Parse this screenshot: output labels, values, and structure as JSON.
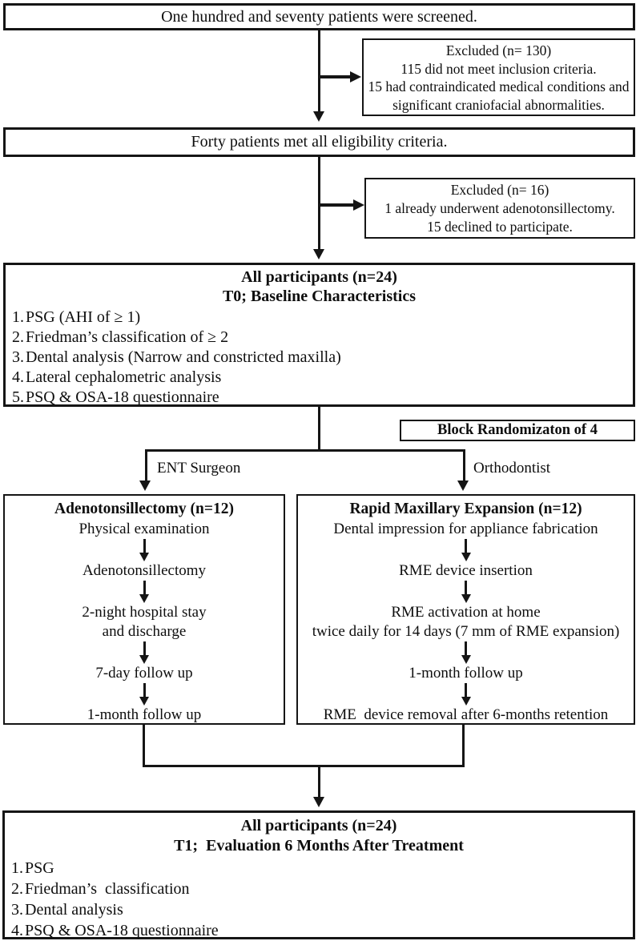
{
  "colors": {
    "line": "#151515",
    "background": "#ffffff",
    "text": "#0e0e0e"
  },
  "flow": {
    "screened": {
      "text": "One hundred and seventy patients were screened."
    },
    "excluded1": {
      "lines": [
        "Excluded (n= 130)",
        "115 did not meet inclusion criteria.",
        "15 had contraindicated medical conditions and",
        "significant craniofacial abnormalities."
      ]
    },
    "eligible": {
      "text": "Forty patients met all eligibility criteria."
    },
    "excluded2": {
      "lines": [
        "Excluded (n= 16)",
        "1 already underwent adenotonsillectomy.",
        "15 declined to participate."
      ]
    },
    "baseline": {
      "title": "All participants (n=24)",
      "subtitle": "T0; Baseline Characteristics",
      "items": [
        "PSG (AHI of ≥ 1)",
        "Friedman’s classification of ≥ 2",
        "Dental analysis (Narrow and constricted maxilla)",
        "Lateral cephalometric analysis",
        "PSQ & OSA-18 questionnaire"
      ]
    },
    "randomization": {
      "text": "Block Randomizaton of 4"
    },
    "branch_labels": {
      "left": "ENT Surgeon",
      "right": "Orthodontist"
    },
    "at_arm": {
      "title": "Adenotonsillectomy (n=12)",
      "steps": [
        "Physical examination",
        "Adenotonsillectomy",
        "2-night hospital stay\nand discharge",
        "7-day follow up",
        "1-month follow up"
      ]
    },
    "rme_arm": {
      "title": "Rapid Maxillary Expansion (n=12)",
      "steps": [
        "Dental impression for appliance fabrication",
        "RME device insertion",
        "RME activation at home\ntwice daily for 14 days (7 mm of RME expansion)",
        "1-month follow up",
        "RME  device removal after 6-months retention"
      ]
    },
    "final": {
      "title": "All participants (n=24)",
      "subtitle": "T1;  Evaluation 6 Months After Treatment",
      "items": [
        "PSG",
        "Friedman’s  classification",
        "Dental analysis",
        "PSQ & OSA-18 questionnaire"
      ]
    }
  }
}
